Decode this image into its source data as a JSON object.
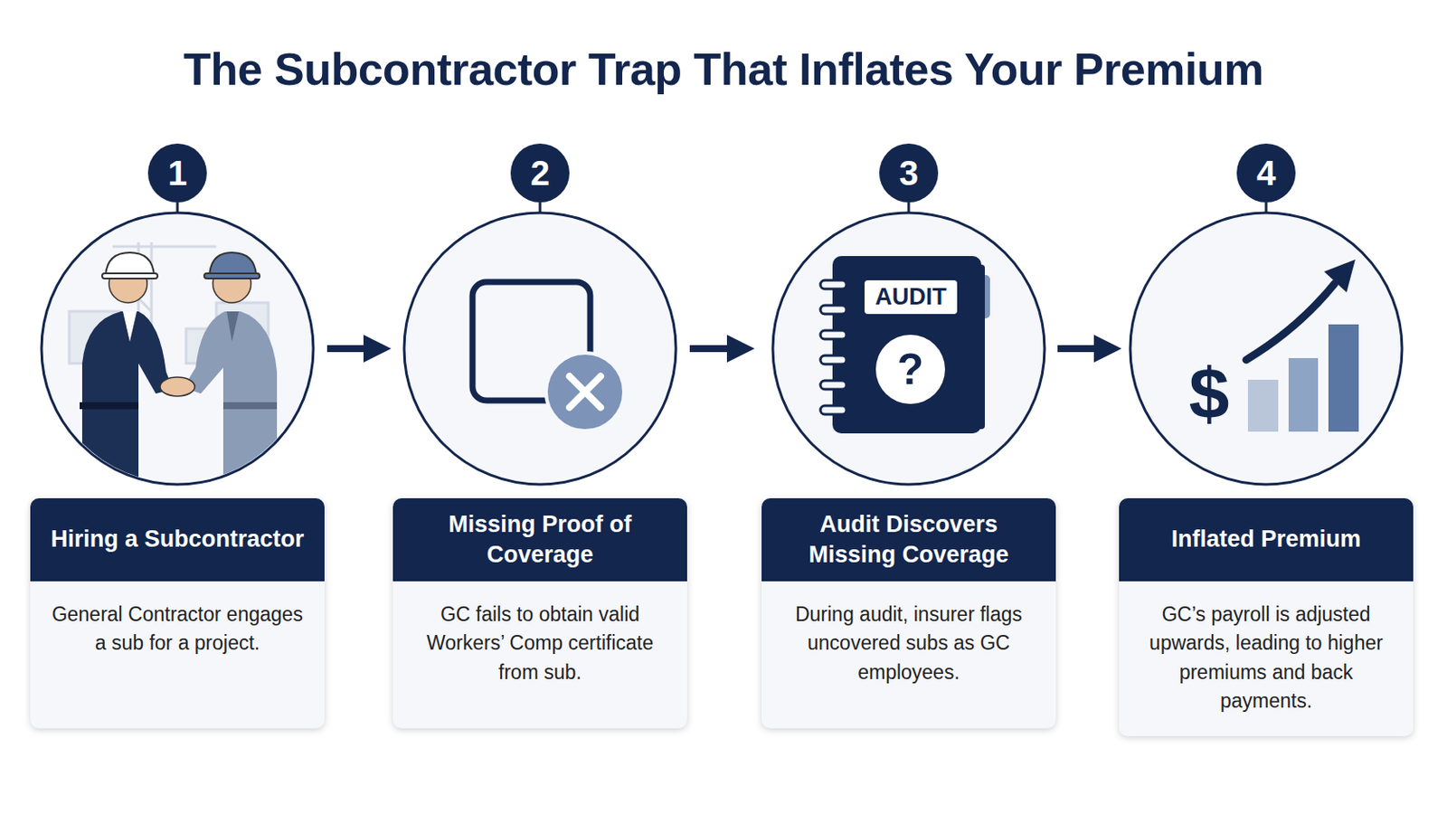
{
  "diagram": {
    "title": "The Subcontractor Trap That Inflates Your Premium",
    "nodes": [
      {
        "text": [
          "1"
        ]
      },
      {
        "text": [
          "Hiring a Subcontractor",
          "General Contractor engages a sub for a project."
        ]
      },
      {
        "text": [
          "2"
        ]
      },
      {
        "text": [
          "Missing Proof of Coverage",
          "GC fails to obtain valid Workers’ Comp certificate from sub."
        ]
      },
      {
        "text": [
          "3"
        ]
      },
      {
        "text": [
          "Audit Discovers Missing Coverage",
          "During audit, insurer flags uncovered subs as GC employees."
        ]
      },
      {
        "text": [
          "4"
        ]
      },
      {
        "text": [
          "Inflated Premium",
          "GC’s payroll is adjusted upwards, leading to higher premiums and back payments."
        ]
      }
    ],
    "labels": [
      "AUDIT",
      "?",
      "$"
    ]
  }
}
